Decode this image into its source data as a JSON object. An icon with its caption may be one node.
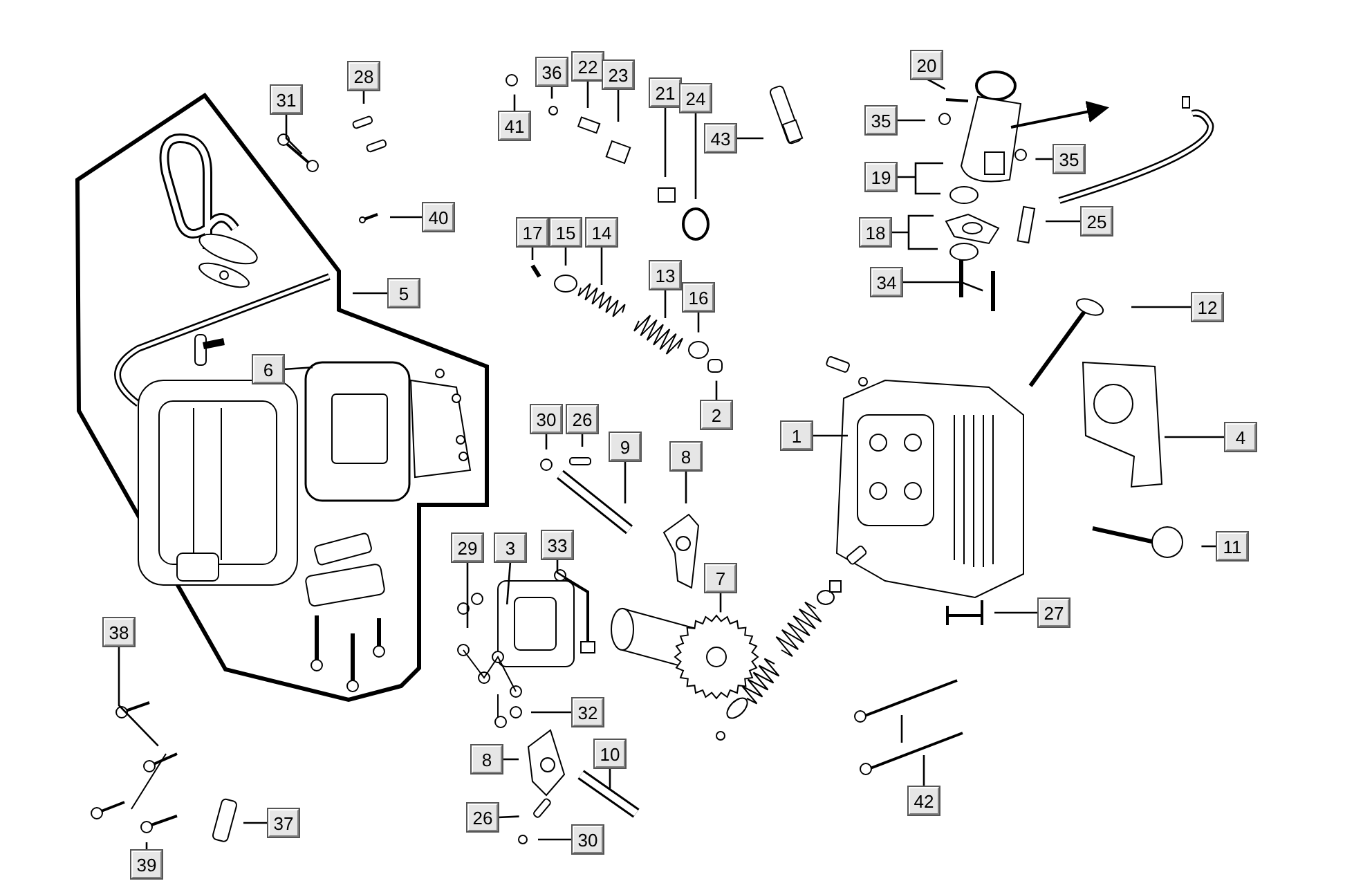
{
  "diagram": {
    "nodes": [
      {
        "text": [
          "20"
        ]
      },
      {
        "text": [
          "28"
        ]
      },
      {
        "text": [
          "36"
        ]
      },
      {
        "text": [
          "22"
        ]
      },
      {
        "text": [
          "23"
        ]
      },
      {
        "text": [
          "31"
        ]
      },
      {
        "text": [
          "21"
        ]
      },
      {
        "text": [
          "24"
        ]
      },
      {
        "text": [
          "35"
        ]
      },
      {
        "text": [
          "41"
        ]
      },
      {
        "text": [
          "43"
        ]
      },
      {
        "text": [
          "35"
        ]
      },
      {
        "text": [
          "19"
        ]
      },
      {
        "text": [
          "40"
        ]
      },
      {
        "text": [
          "17"
        ]
      },
      {
        "text": [
          "15"
        ]
      },
      {
        "text": [
          "14"
        ]
      },
      {
        "text": [
          "18"
        ]
      },
      {
        "text": [
          "25"
        ]
      },
      {
        "text": [
          "13"
        ]
      },
      {
        "text": [
          "34"
        ]
      },
      {
        "text": [
          "16"
        ]
      },
      {
        "text": [
          "5"
        ]
      },
      {
        "text": [
          "12"
        ]
      },
      {
        "text": [
          "6"
        ]
      },
      {
        "text": [
          "30"
        ]
      },
      {
        "text": [
          "26"
        ]
      },
      {
        "text": [
          "2"
        ]
      },
      {
        "text": [
          "9"
        ]
      },
      {
        "text": [
          "1"
        ]
      },
      {
        "text": [
          "8"
        ]
      },
      {
        "text": [
          "4"
        ]
      },
      {
        "text": [
          "3"
        ]
      },
      {
        "text": [
          "29"
        ]
      },
      {
        "text": [
          "33"
        ]
      },
      {
        "text": [
          "11"
        ]
      },
      {
        "text": [
          "7"
        ]
      },
      {
        "text": [
          "27"
        ]
      },
      {
        "text": [
          "38"
        ]
      },
      {
        "text": [
          "32"
        ]
      },
      {
        "text": [
          "10"
        ]
      },
      {
        "text": [
          "8"
        ]
      },
      {
        "text": [
          "42"
        ]
      },
      {
        "text": [
          "26"
        ]
      },
      {
        "text": [
          "37"
        ]
      },
      {
        "text": [
          "30"
        ]
      },
      {
        "text": [
          "39"
        ]
      }
    ],
    "edges": [
      {
        "from": 0,
        "to": null,
        "arrow": "none"
      },
      {
        "from": 1,
        "to": null,
        "arrow": "none"
      },
      {
        "from": 2,
        "to": null,
        "arrow": "none"
      },
      {
        "from": 3,
        "to": null,
        "arrow": "none"
      },
      {
        "from": 4,
        "to": null,
        "arrow": "none"
      },
      {
        "from": 5,
        "to": null,
        "arrow": "none"
      },
      {
        "from": 6,
        "to": null,
        "arrow": "none"
      },
      {
        "from": 7,
        "to": null,
        "arrow": "none"
      },
      {
        "from": 8,
        "to": null,
        "arrow": "none"
      },
      {
        "from": 9,
        "to": null,
        "arrow": "none"
      },
      {
        "from": 10,
        "to": null,
        "arrow": "none"
      },
      {
        "from": 11,
        "to": null,
        "arrow": "none"
      },
      {
        "from": 12,
        "to": null,
        "arrow": "none"
      },
      {
        "from": 13,
        "to": null,
        "arrow": "none"
      },
      {
        "from": 14,
        "to": null,
        "arrow": "none"
      },
      {
        "from": 15,
        "to": null,
        "arrow": "none"
      },
      {
        "from": 16,
        "to": null,
        "arrow": "none"
      },
      {
        "from": 17,
        "to": null,
        "arrow": "none"
      },
      {
        "from": 18,
        "to": null,
        "arrow": "none"
      },
      {
        "from": 19,
        "to": null,
        "arrow": "none"
      },
      {
        "from": 20,
        "to": null,
        "arrow": "none"
      },
      {
        "from": 21,
        "to": null,
        "arrow": "none"
      },
      {
        "from": 22,
        "to": null,
        "arrow": "none"
      },
      {
        "from": 23,
        "to": null,
        "arrow": "none"
      },
      {
        "from": 24,
        "to": null,
        "arrow": "none"
      },
      {
        "from": 25,
        "to": null,
        "arrow": "none"
      },
      {
        "from": 26,
        "to": null,
        "arrow": "none"
      },
      {
        "from": 27,
        "to": null,
        "arrow": "none"
      },
      {
        "from": 28,
        "to": null,
        "arrow": "none"
      },
      {
        "from": 29,
        "to": null,
        "arrow": "none"
      },
      {
        "from": 30,
        "to": null,
        "arrow": "none"
      },
      {
        "from": 31,
        "to": null,
        "arrow": "none"
      },
      {
        "from": 32,
        "to": null,
        "arrow": "none"
      },
      {
        "from": 33,
        "to": null,
        "arrow": "none"
      },
      {
        "from": 34,
        "to": null,
        "arrow": "none"
      },
      {
        "from": 35,
        "to": null,
        "arrow": "none"
      },
      {
        "from": 36,
        "to": null,
        "arrow": "none"
      },
      {
        "from": 37,
        "to": null,
        "arrow": "none"
      },
      {
        "from": 38,
        "to": null,
        "arrow": "none"
      },
      {
        "from": 39,
        "to": null,
        "arrow": "none"
      },
      {
        "from": 40,
        "to": null,
        "arrow": "none"
      },
      {
        "from": 41,
        "to": null,
        "arrow": "none"
      },
      {
        "from": 42,
        "to": null,
        "arrow": "none"
      },
      {
        "from": 43,
        "to": null,
        "arrow": "none"
      },
      {
        "from": 44,
        "to": null,
        "arrow": "none"
      },
      {
        "from": 45,
        "to": null,
        "arrow": "none"
      },
      {
        "from": 46,
        "to": null,
        "arrow": "none"
      }
    ]
  }
}
